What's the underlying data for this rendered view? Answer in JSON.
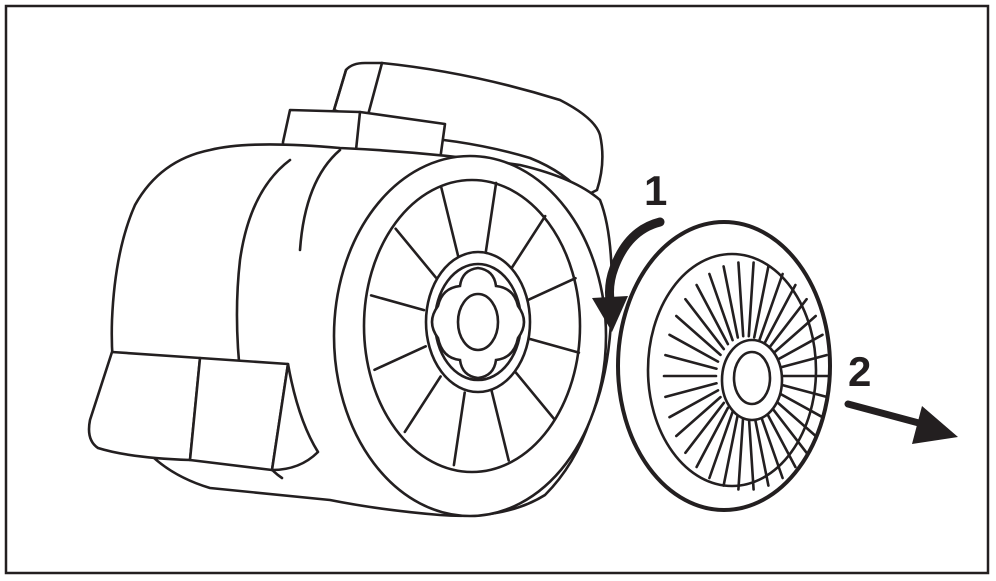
{
  "steps": [
    {
      "number": "1",
      "action": "rotate-counterclockwise"
    },
    {
      "number": "2",
      "action": "pull-out"
    }
  ],
  "colors": {
    "ink": "#231f20",
    "paper": "#ffffff"
  }
}
